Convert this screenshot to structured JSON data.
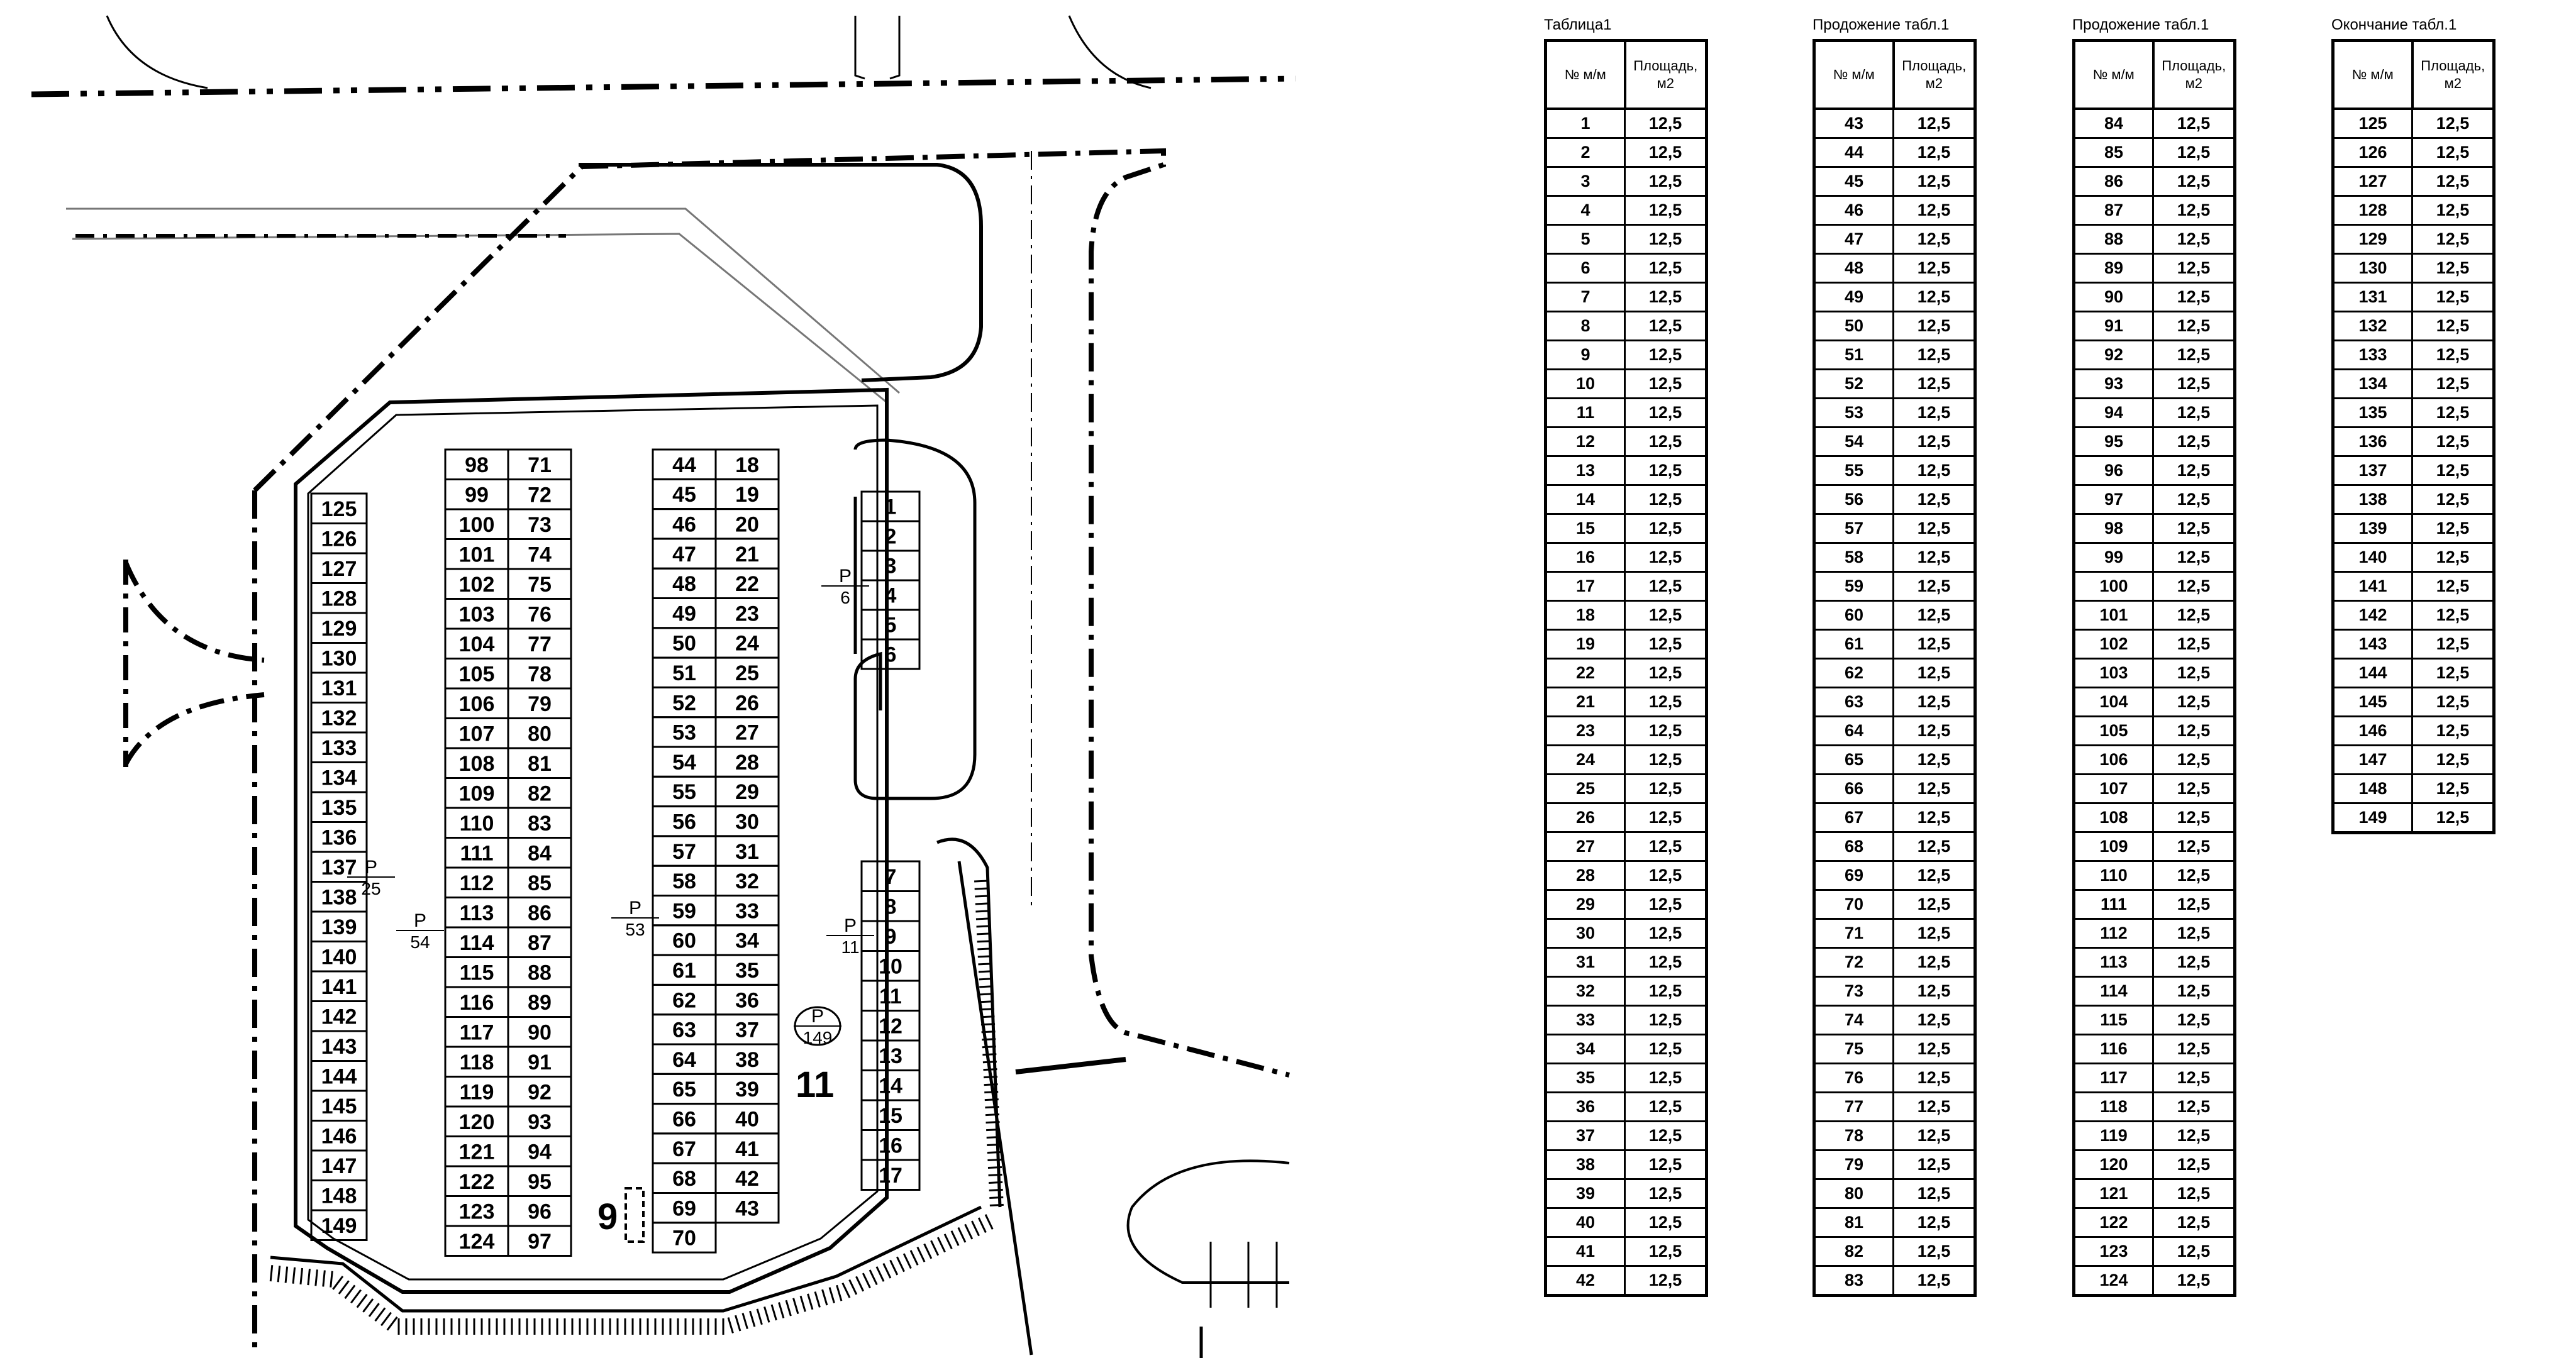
{
  "plan": {
    "rowA": [
      "125",
      "126",
      "127",
      "128",
      "129",
      "130",
      "131",
      "132",
      "133",
      "134",
      "135",
      "136",
      "137",
      "138",
      "139",
      "140",
      "141",
      "142",
      "143",
      "144",
      "145",
      "146",
      "147",
      "148",
      "149"
    ],
    "rowB_left": [
      "98",
      "99",
      "100",
      "101",
      "102",
      "103",
      "104",
      "105",
      "106",
      "107",
      "108",
      "109",
      "110",
      "111",
      "112",
      "113",
      "114",
      "115",
      "116",
      "117",
      "118",
      "119",
      "120",
      "121",
      "122",
      "123",
      "124"
    ],
    "rowB_right": [
      "71",
      "72",
      "73",
      "74",
      "75",
      "76",
      "77",
      "78",
      "79",
      "80",
      "81",
      "82",
      "83",
      "84",
      "85",
      "86",
      "87",
      "88",
      "89",
      "90",
      "91",
      "92",
      "93",
      "94",
      "95",
      "96",
      "97"
    ],
    "rowC_left": [
      "44",
      "45",
      "46",
      "47",
      "48",
      "49",
      "50",
      "51",
      "52",
      "53",
      "54",
      "55",
      "56",
      "57",
      "58",
      "59",
      "60",
      "61",
      "62",
      "63",
      "64",
      "65",
      "66",
      "67",
      "68",
      "69",
      "70"
    ],
    "rowC_right": [
      "18",
      "19",
      "20",
      "21",
      "22",
      "23",
      "24",
      "25",
      "26",
      "27",
      "28",
      "29",
      "30",
      "31",
      "32",
      "33",
      "34",
      "35",
      "36",
      "37",
      "38",
      "39",
      "40",
      "41",
      "42",
      "43"
    ],
    "rowD_top": [
      "1",
      "2",
      "3",
      "4",
      "5",
      "6"
    ],
    "rowD_bottom": [
      "7",
      "8",
      "9",
      "10",
      "11",
      "12",
      "13",
      "14",
      "15",
      "16",
      "17"
    ],
    "markers": [
      {
        "label": "P",
        "count": "25"
      },
      {
        "label": "P",
        "count": "54"
      },
      {
        "label": "P",
        "count": "53"
      },
      {
        "label": "P",
        "count": "6"
      },
      {
        "label": "P",
        "count": "11"
      },
      {
        "label": "P",
        "count": "149"
      }
    ],
    "building_number": "11",
    "structure_number": "9"
  },
  "tables": [
    {
      "caption": "Таблица1",
      "col1": "№ м/м",
      "col2a": "Площадь,",
      "col2b": "м2",
      "rows": [
        [
          "1",
          "12,5"
        ],
        [
          "2",
          "12,5"
        ],
        [
          "3",
          "12,5"
        ],
        [
          "4",
          "12,5"
        ],
        [
          "5",
          "12,5"
        ],
        [
          "6",
          "12,5"
        ],
        [
          "7",
          "12,5"
        ],
        [
          "8",
          "12,5"
        ],
        [
          "9",
          "12,5"
        ],
        [
          "10",
          "12,5"
        ],
        [
          "11",
          "12,5"
        ],
        [
          "12",
          "12,5"
        ],
        [
          "13",
          "12,5"
        ],
        [
          "14",
          "12,5"
        ],
        [
          "15",
          "12,5"
        ],
        [
          "16",
          "12,5"
        ],
        [
          "17",
          "12,5"
        ],
        [
          "18",
          "12,5"
        ],
        [
          "19",
          "12,5"
        ],
        [
          "22",
          "12,5"
        ],
        [
          "21",
          "12,5"
        ],
        [
          "23",
          "12,5"
        ],
        [
          "24",
          "12,5"
        ],
        [
          "25",
          "12,5"
        ],
        [
          "26",
          "12,5"
        ],
        [
          "27",
          "12,5"
        ],
        [
          "28",
          "12,5"
        ],
        [
          "29",
          "12,5"
        ],
        [
          "30",
          "12,5"
        ],
        [
          "31",
          "12,5"
        ],
        [
          "32",
          "12,5"
        ],
        [
          "33",
          "12,5"
        ],
        [
          "34",
          "12,5"
        ],
        [
          "35",
          "12,5"
        ],
        [
          "36",
          "12,5"
        ],
        [
          "37",
          "12,5"
        ],
        [
          "38",
          "12,5"
        ],
        [
          "39",
          "12,5"
        ],
        [
          "40",
          "12,5"
        ],
        [
          "41",
          "12,5"
        ],
        [
          "42",
          "12,5"
        ]
      ]
    },
    {
      "caption": "Продожение табл.1",
      "col1": "№ м/м",
      "col2a": "Площадь,",
      "col2b": "м2",
      "rows": [
        [
          "43",
          "12,5"
        ],
        [
          "44",
          "12,5"
        ],
        [
          "45",
          "12,5"
        ],
        [
          "46",
          "12,5"
        ],
        [
          "47",
          "12,5"
        ],
        [
          "48",
          "12,5"
        ],
        [
          "49",
          "12,5"
        ],
        [
          "50",
          "12,5"
        ],
        [
          "51",
          "12,5"
        ],
        [
          "52",
          "12,5"
        ],
        [
          "53",
          "12,5"
        ],
        [
          "54",
          "12,5"
        ],
        [
          "55",
          "12,5"
        ],
        [
          "56",
          "12,5"
        ],
        [
          "57",
          "12,5"
        ],
        [
          "58",
          "12,5"
        ],
        [
          "59",
          "12,5"
        ],
        [
          "60",
          "12,5"
        ],
        [
          "61",
          "12,5"
        ],
        [
          "62",
          "12,5"
        ],
        [
          "63",
          "12,5"
        ],
        [
          "64",
          "12,5"
        ],
        [
          "65",
          "12,5"
        ],
        [
          "66",
          "12,5"
        ],
        [
          "67",
          "12,5"
        ],
        [
          "68",
          "12,5"
        ],
        [
          "69",
          "12,5"
        ],
        [
          "70",
          "12,5"
        ],
        [
          "71",
          "12,5"
        ],
        [
          "72",
          "12,5"
        ],
        [
          "73",
          "12,5"
        ],
        [
          "74",
          "12,5"
        ],
        [
          "75",
          "12,5"
        ],
        [
          "76",
          "12,5"
        ],
        [
          "77",
          "12,5"
        ],
        [
          "78",
          "12,5"
        ],
        [
          "79",
          "12,5"
        ],
        [
          "80",
          "12,5"
        ],
        [
          "81",
          "12,5"
        ],
        [
          "82",
          "12,5"
        ],
        [
          "83",
          "12,5"
        ]
      ]
    },
    {
      "caption": "Продожение табл.1",
      "col1": "№ м/м",
      "col2a": "Площадь,",
      "col2b": "м2",
      "rows": [
        [
          "84",
          "12,5"
        ],
        [
          "85",
          "12,5"
        ],
        [
          "86",
          "12,5"
        ],
        [
          "87",
          "12,5"
        ],
        [
          "88",
          "12,5"
        ],
        [
          "89",
          "12,5"
        ],
        [
          "90",
          "12,5"
        ],
        [
          "91",
          "12,5"
        ],
        [
          "92",
          "12,5"
        ],
        [
          "93",
          "12,5"
        ],
        [
          "94",
          "12,5"
        ],
        [
          "95",
          "12,5"
        ],
        [
          "96",
          "12,5"
        ],
        [
          "97",
          "12,5"
        ],
        [
          "98",
          "12,5"
        ],
        [
          "99",
          "12,5"
        ],
        [
          "100",
          "12,5"
        ],
        [
          "101",
          "12,5"
        ],
        [
          "102",
          "12,5"
        ],
        [
          "103",
          "12,5"
        ],
        [
          "104",
          "12,5"
        ],
        [
          "105",
          "12,5"
        ],
        [
          "106",
          "12,5"
        ],
        [
          "107",
          "12,5"
        ],
        [
          "108",
          "12,5"
        ],
        [
          "109",
          "12,5"
        ],
        [
          "110",
          "12,5"
        ],
        [
          "111",
          "12,5"
        ],
        [
          "112",
          "12,5"
        ],
        [
          "113",
          "12,5"
        ],
        [
          "114",
          "12,5"
        ],
        [
          "115",
          "12,5"
        ],
        [
          "116",
          "12,5"
        ],
        [
          "117",
          "12,5"
        ],
        [
          "118",
          "12,5"
        ],
        [
          "119",
          "12,5"
        ],
        [
          "120",
          "12,5"
        ],
        [
          "121",
          "12,5"
        ],
        [
          "122",
          "12,5"
        ],
        [
          "123",
          "12,5"
        ],
        [
          "124",
          "12,5"
        ]
      ]
    },
    {
      "caption": "Окончание табл.1",
      "col1": "№ м/м",
      "col2a": "Площадь,",
      "col2b": "м2",
      "rows": [
        [
          "125",
          "12,5"
        ],
        [
          "126",
          "12,5"
        ],
        [
          "127",
          "12,5"
        ],
        [
          "128",
          "12,5"
        ],
        [
          "129",
          "12,5"
        ],
        [
          "130",
          "12,5"
        ],
        [
          "131",
          "12,5"
        ],
        [
          "132",
          "12,5"
        ],
        [
          "133",
          "12,5"
        ],
        [
          "134",
          "12,5"
        ],
        [
          "135",
          "12,5"
        ],
        [
          "136",
          "12,5"
        ],
        [
          "137",
          "12,5"
        ],
        [
          "138",
          "12,5"
        ],
        [
          "139",
          "12,5"
        ],
        [
          "140",
          "12,5"
        ],
        [
          "141",
          "12,5"
        ],
        [
          "142",
          "12,5"
        ],
        [
          "143",
          "12,5"
        ],
        [
          "144",
          "12,5"
        ],
        [
          "145",
          "12,5"
        ],
        [
          "146",
          "12,5"
        ],
        [
          "147",
          "12,5"
        ],
        [
          "148",
          "12,5"
        ],
        [
          "149",
          "12,5"
        ]
      ]
    }
  ]
}
